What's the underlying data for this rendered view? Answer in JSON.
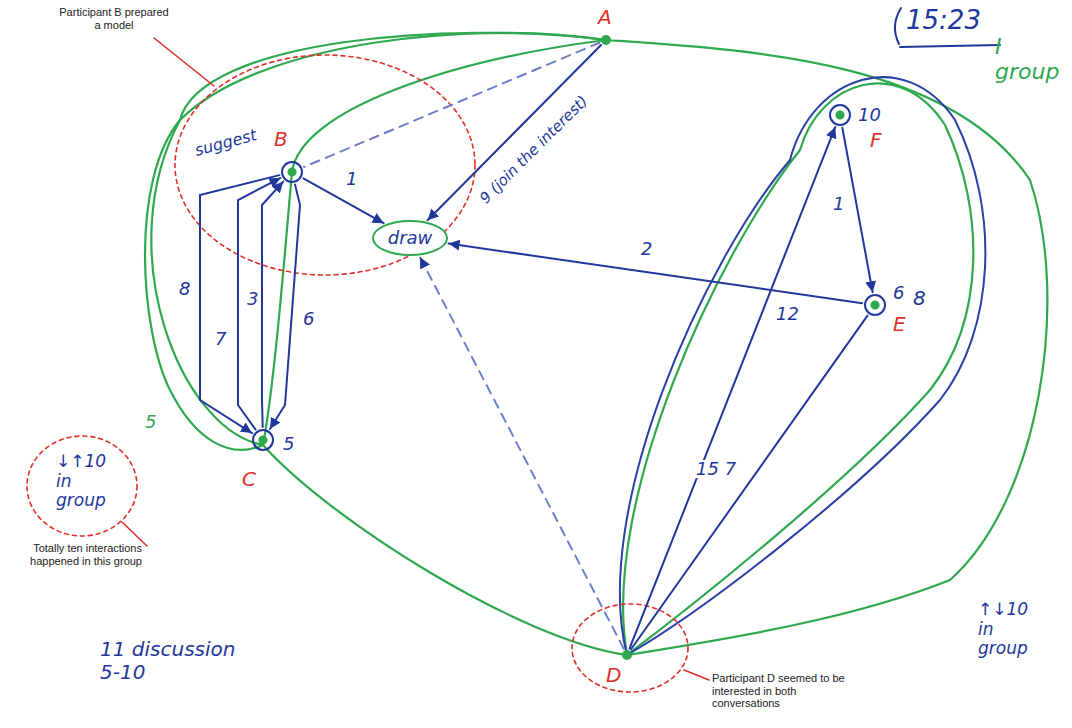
{
  "diagram": {
    "nodes": [
      {
        "text": [
          "A"
        ]
      },
      {
        "text": [
          "suggest",
          "B"
        ]
      },
      {
        "text": [
          "draw"
        ]
      },
      {
        "text": [
          "10",
          "F"
        ]
      },
      {
        "text": [
          "6",
          "8",
          "E"
        ]
      },
      {
        "text": [
          "5",
          "C"
        ]
      },
      {
        "text": [
          "D"
        ]
      }
    ],
    "edges": [
      {
        "from": 0,
        "to": 2,
        "arrow": "to",
        "label": "9 (join the interest)"
      },
      {
        "from": 0,
        "to": 1,
        "arrow": "none"
      },
      {
        "from": 1,
        "to": 2,
        "arrow": "to",
        "label": "1"
      },
      {
        "from": 1,
        "to": 5,
        "arrow": "to",
        "label": "8"
      },
      {
        "from": 5,
        "to": 1,
        "arrow": "to",
        "label": "7"
      },
      {
        "from": 5,
        "to": 1,
        "arrow": "to",
        "label": "3"
      },
      {
        "from": 1,
        "to": 5,
        "arrow": "to",
        "label": "6"
      },
      {
        "from": 4,
        "to": 2,
        "arrow": "to",
        "label": "2"
      },
      {
        "from": 3,
        "to": 4,
        "arrow": "to",
        "label": "1"
      },
      {
        "from": 6,
        "to": 3,
        "arrow": "to",
        "label": "12"
      },
      {
        "from": 6,
        "to": 4,
        "arrow": "none",
        "label": "15 7"
      },
      {
        "from": 6,
        "to": 2,
        "arrow": "to"
      }
    ],
    "labels": [
      "15:23",
      "I group",
      "5",
      "↓↑10 in group",
      "↑↓10 in group",
      "11 discussion 5-10",
      "Participant B prepared a model",
      "Totally ten interactions happened in this group",
      "Participant D seemed to be interested in both conversations"
    ]
  }
}
